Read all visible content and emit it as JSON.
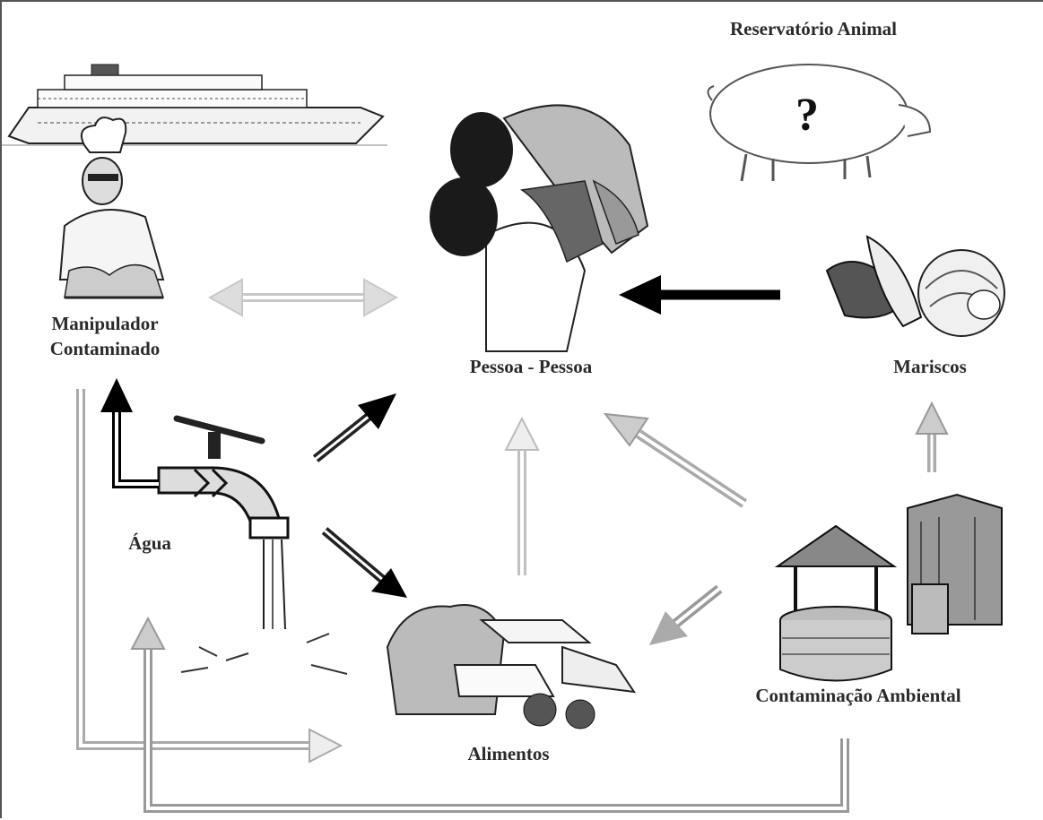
{
  "nodes": {
    "reservatorio": {
      "label": "Reservatório Animal",
      "icon": "pig-icon",
      "badge": "?"
    },
    "manipulador": {
      "label_line1": "Manipulador",
      "label_line2": "Contaminado",
      "icon": "chef-icon"
    },
    "navio": {
      "icon": "cruise-ship-icon"
    },
    "pessoa": {
      "label": "Pessoa - Pessoa",
      "icon": "parent-child-icon"
    },
    "mariscos": {
      "label": "Mariscos",
      "icon": "shellfish-icon"
    },
    "agua": {
      "label": "Água",
      "icon": "faucet-icon"
    },
    "alimentos": {
      "label": "Alimentos",
      "icon": "food-icon"
    },
    "ambiental": {
      "label": "Contaminação Ambiental",
      "icon": "well-outhouse-icon"
    }
  },
  "colors": {
    "strong_arrow": "#000000",
    "medium_arrow": "#555555",
    "light_arrow": "#9a9a9a",
    "faint_arrow": "#c8c8c8"
  }
}
